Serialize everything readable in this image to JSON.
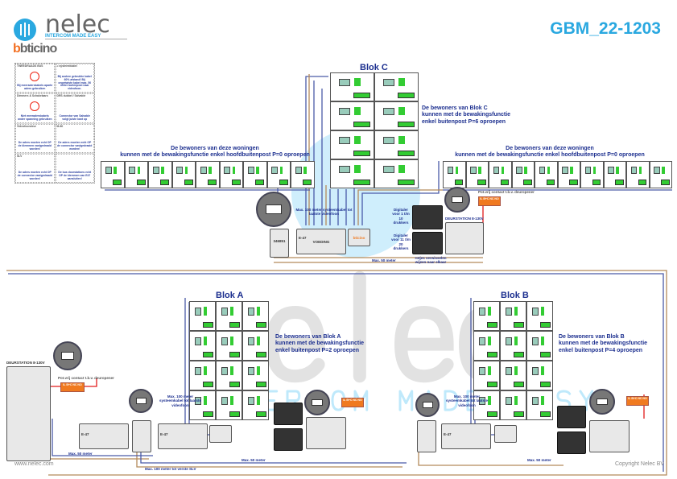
{
  "header": {
    "brand": "nelec",
    "tagline": "INTERCOM MADE EASY",
    "partner_logo": "bticino",
    "doc_id": "GBM_22-1203"
  },
  "watermark": {
    "text": "nelec",
    "sub": "INTERCOM MADE EASY"
  },
  "legend": [
    {
      "title": "TWEEDRAADS BUS",
      "caption": "Bij meeraderskabels aparte aders gebruiken"
    },
    {
      "title": "= systeemkabel",
      "caption": "Bij andere gebruikte kabel 60% afstand! Bij ongetwiste kabel max. 50 meter buitenpost naar videofoon."
    },
    {
      "title": "Dimmers & Schakelaars",
      "caption": "Niet meeraderskabels onder spanning gebruiken"
    },
    {
      "title": "DRS dubbel / Salvable",
      "caption": "Connector van Salvable volgt juiste kant op"
    },
    {
      "title": "Videofoondeur",
      "caption": "De aders moeten echt OP de klemmen vastgedraaid worden!"
    },
    {
      "title": "M-80",
      "caption": "De aders moeten echt OP de connector vastgedraaid worden!"
    },
    {
      "title": "SLV",
      "caption": "De aders moeten echt OP de connector vastgedraaid worden!"
    },
    {
      "title": "",
      "caption": "De bus doorstations echt OP de klemmen van E47 aansluiten!"
    }
  ],
  "blocks": {
    "c": {
      "title": "Blok C",
      "note": [
        "De bewoners van Blok C",
        "kunnen met de bewakingsfunctie",
        "enkel buitenpost P=6 oproepen"
      ]
    },
    "a": {
      "title": "Blok A",
      "note": [
        "De bewoners van Blok A",
        "kunnen met de bewakingsfunctie",
        "enkel buitenpost P=2 oproepen"
      ]
    },
    "b": {
      "title": "Blok B",
      "note": [
        "De bewoners van Blok B",
        "kunnen met de bewakingsfunctie",
        "enkel buitenpost P=4 oproepen"
      ]
    },
    "rows_note": [
      "De bewoners van deze woningen",
      "kunnen met de bewakingsfunctie enkel hoofdbuitenpost P=0 oproepen"
    ]
  },
  "labels": {
    "max100": "Max. 100 meter systeemkabel tot laatste videofoon",
    "max50": "Max. 50 meter",
    "max100_slv": "Max. 100 meter tot verste SLV",
    "digit_1_10": "Digitaler voor 1 t/m 10 drukkers",
    "digit_11_20": "Digitaler voor 11 t/m 20 drukkers",
    "rows_swap": "rotjes verwisselen wijzen naar elkaar",
    "psu": "DEURSTATION 8-130V",
    "relay": "Pot.vrij contact t.b.v. deuropener",
    "relay_pins": "IL  B+C  NC  NO",
    "e47": "E-47",
    "voeding": "VOEDING",
    "bticino": "bticino",
    "art": "346851"
  },
  "footer": {
    "left": "www.nelec.com",
    "right": "Copyright Nelec BV"
  },
  "colors": {
    "accent": "#2aa8e0",
    "bus_blue": "#4a5aa8",
    "bus_tan": "#b48a5a",
    "power_red": "#e21b1b",
    "text_blue": "#1c2f8f"
  }
}
